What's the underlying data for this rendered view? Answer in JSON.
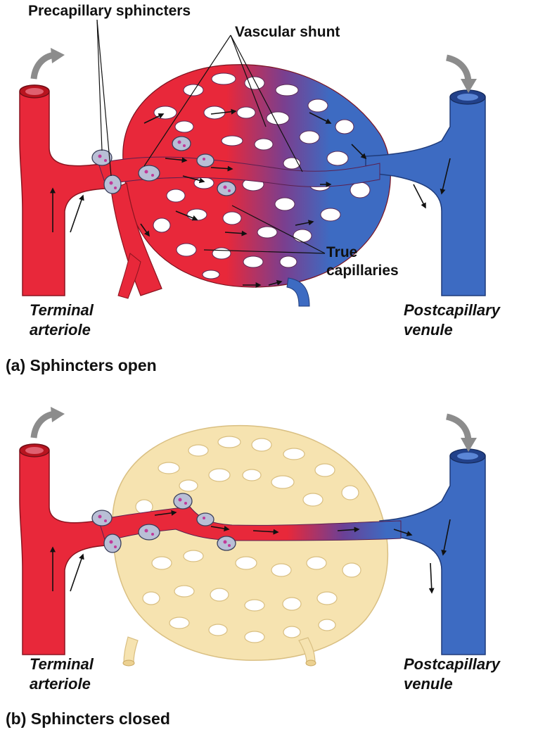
{
  "labels": {
    "precapillary_sphincters": "Precapillary sphincters",
    "vascular_shunt": "Vascular shunt",
    "true_capillaries_line1": "True",
    "true_capillaries_line2": "capillaries"
  },
  "panel_a": {
    "caption": "(a) Sphincters open",
    "left_line1": "Terminal",
    "left_line2": "arteriole",
    "right_line1": "Postcapillary",
    "right_line2": "venule"
  },
  "panel_b": {
    "caption": "(b) Sphincters closed",
    "left_line1": "Terminal",
    "left_line2": "arteriole",
    "right_line1": "Postcapillary",
    "right_line2": "venule"
  },
  "colors": {
    "arterial_red": "#e8283a",
    "arterial_dark": "#b8141f",
    "venous_blue": "#3d6bc2",
    "venous_dark": "#22418a",
    "gradient_purple": "#7a3f8f",
    "closed_capillary": "#f6e3b0",
    "closed_capillary_edge": "#d9bf82",
    "sphincter": "#b9bfd6",
    "flow_arrow_gray": "#8c8c8c"
  }
}
